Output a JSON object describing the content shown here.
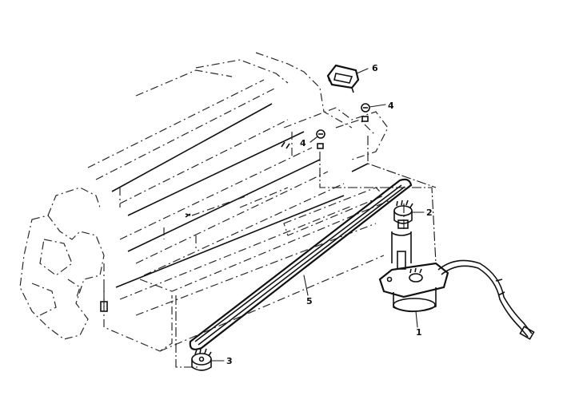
{
  "parts": [
    {
      "id": "motor",
      "label": "1"
    },
    {
      "id": "motor-pulley",
      "label": "2"
    },
    {
      "id": "idler-pulley",
      "label": "3"
    },
    {
      "id": "screw-left",
      "label": "4"
    },
    {
      "id": "screw-right",
      "label": "4"
    },
    {
      "id": "timing-belt",
      "label": "5"
    },
    {
      "id": "clip",
      "label": "6"
    }
  ],
  "colors": {
    "ink": "#111111",
    "background": "#ffffff"
  }
}
